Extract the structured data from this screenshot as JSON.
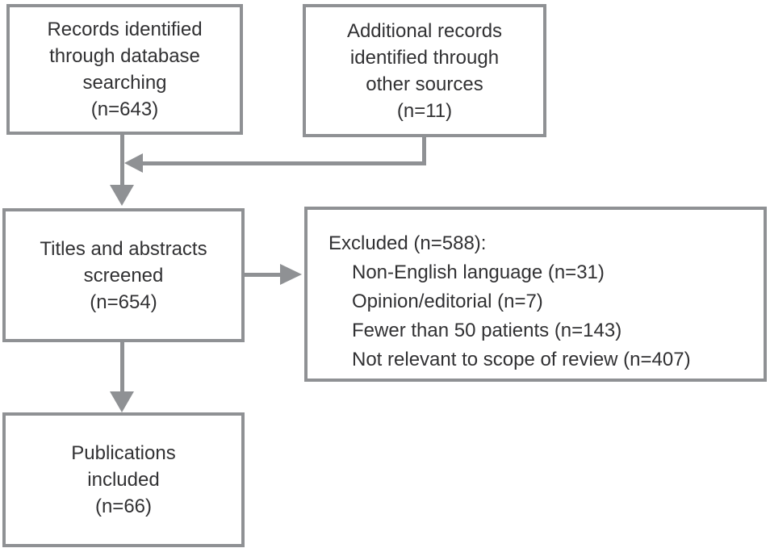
{
  "diagram": {
    "type": "flowchart",
    "boxes": {
      "records": {
        "text": "Records identified\nthrough database\nsearching\n(n=643)"
      },
      "additional": {
        "text": "Additional records\nidentified through\nother sources\n(n=11)"
      },
      "screened": {
        "text": "Titles and abstracts\nscreened\n(n=654)"
      },
      "excluded": {
        "heading": "Excluded (n=588):",
        "items": [
          "Non-English language (n=31)",
          "Opinion/editorial (n=7)",
          "Fewer than 50 patients (n=143)",
          "Not relevant to scope of review (n=407)"
        ]
      },
      "included": {
        "text": "Publications\nincluded\n(n=66)"
      }
    },
    "colors": {
      "border": "#8f9194",
      "arrow": "#8f9194",
      "text": "#313133",
      "background": "#ffffff"
    }
  }
}
